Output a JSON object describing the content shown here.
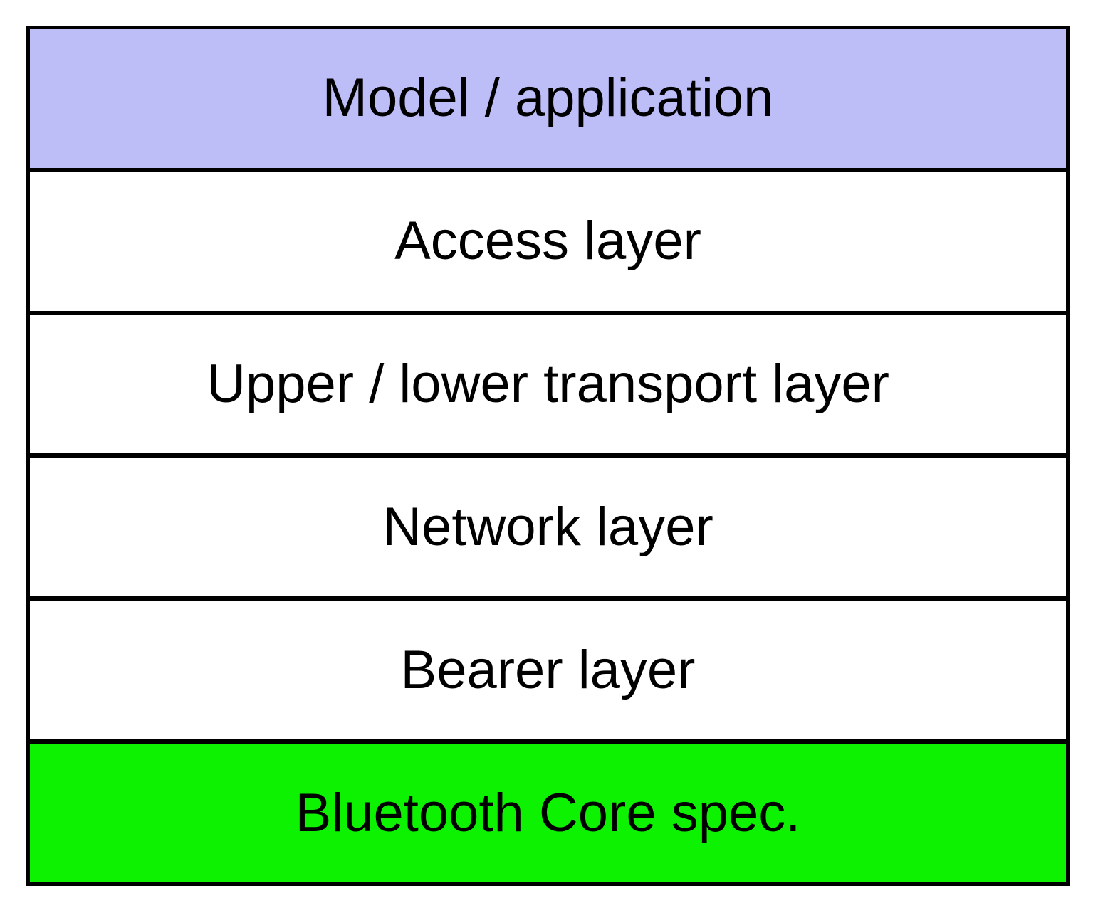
{
  "diagram": {
    "type": "layered-stack",
    "border_color": "#000000",
    "text_color": "#000000",
    "layers": [
      {
        "label": "Model / application",
        "bg": "#bdbdf8"
      },
      {
        "label": "Access layer",
        "bg": "#ffffff"
      },
      {
        "label": "Upper / lower transport layer",
        "bg": "#ffffff"
      },
      {
        "label": "Network layer",
        "bg": "#ffffff"
      },
      {
        "label": "Bearer layer",
        "bg": "#ffffff"
      },
      {
        "label": "Bluetooth Core spec.",
        "bg": "#0df200"
      }
    ]
  }
}
